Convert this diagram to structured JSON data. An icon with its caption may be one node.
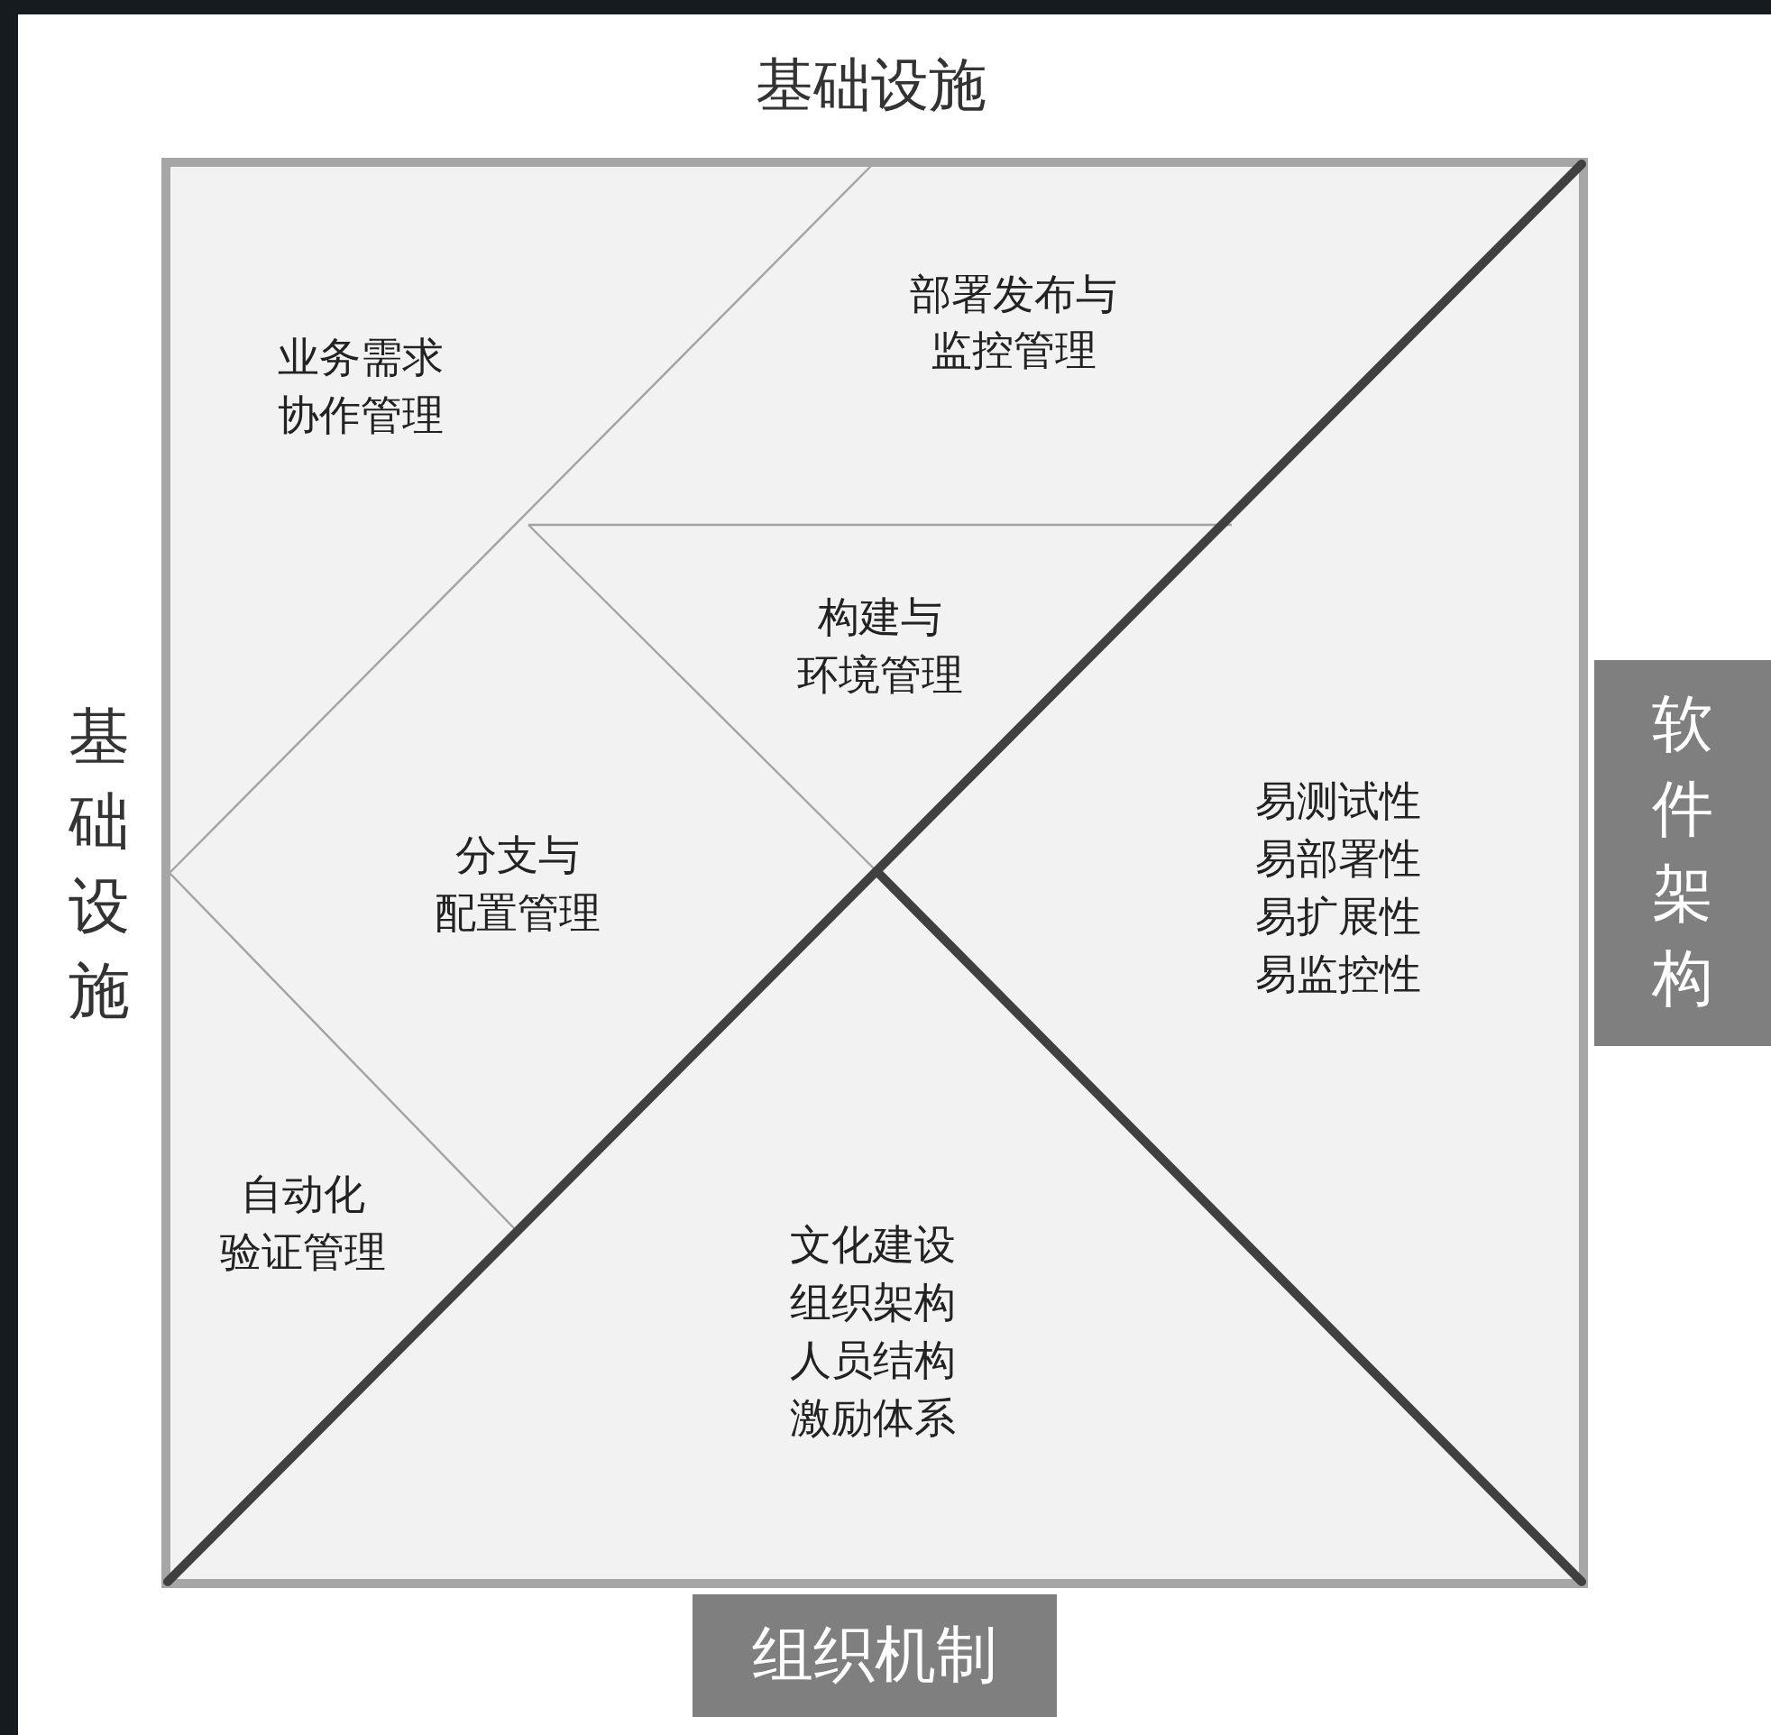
{
  "diagram": {
    "labels": [
      "基础设施",
      "业务需求",
      "协作管理",
      "部署发布与",
      "监控管理",
      "基础设施",
      "构建与",
      "环境管理",
      "软件架构",
      "分支与",
      "配置管理",
      "易测试性",
      "易部署性",
      "易扩展性",
      "易监控性",
      "自动化",
      "验证管理",
      "文化建设",
      "组织架构",
      "人员结构",
      "激励体系",
      "组织机制"
    ]
  }
}
